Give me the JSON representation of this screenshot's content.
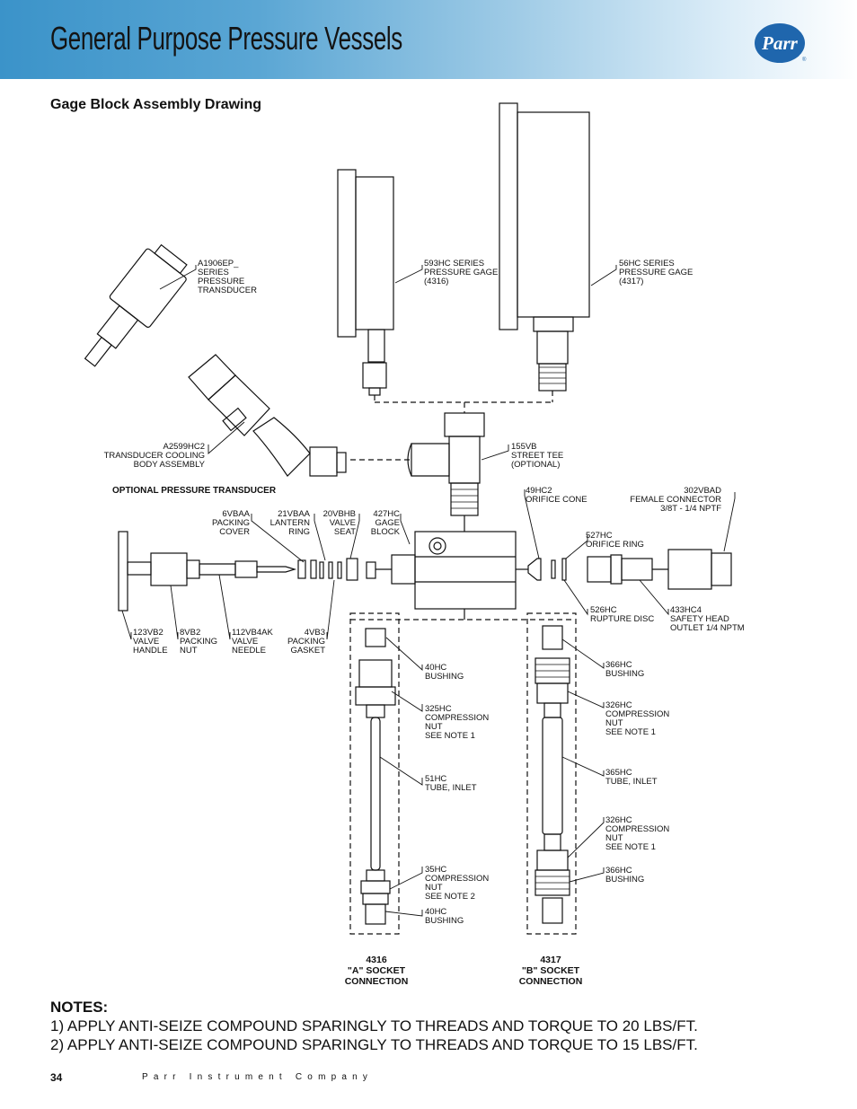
{
  "header": {
    "title": "General Purpose Pressure Vessels",
    "logo_text": "Parr",
    "logo_mark": "®"
  },
  "section": {
    "title": "Gage Block Assembly Drawing"
  },
  "labels": {
    "transducer": "A1906EP_\nSERIES\nPRESSURE\nTRANSDUCER",
    "gage_593": "593HC SERIES\nPRESSURE GAGE\n(4316)",
    "gage_56": "56HC SERIES\nPRESSURE GAGE\n(4317)",
    "cooling_body": "A2599HC2\nTRANSDUCER COOLING\nBODY ASSEMBLY",
    "street_tee": "155VB\nSTREET TEE\n(OPTIONAL)",
    "optional_transducer": "OPTIONAL PRESSURE TRANSDUCER",
    "orifice_cone": "49HC2\nORIFICE CONE",
    "female_connector": "302VBAD\nFEMALE CONNECTOR\n3/8T - 1/4 NPTF",
    "packing_cover": "6VBAA\nPACKING\nCOVER",
    "lantern_ring": "21VBAA\nLANTERN\nRING",
    "valve_seat": "20VBHB\nVALVE\nSEAT",
    "gage_block": "427HC\nGAGE\nBLOCK",
    "orifice_ring": "527HC\nORIFICE RING",
    "rupture_disc": "526HC\nRUPTURE DISC",
    "safety_head": "433HC4\nSAFETY HEAD\nOUTLET 1/4 NPTM",
    "valve_handle": "123VB2\nVALVE\nHANDLE",
    "packing_nut": "8VB2\nPACKING\nNUT",
    "valve_needle": "112VB4AK\nVALVE\nNEEDLE",
    "packing_gasket": "4VB3\nPACKING\nGASKET",
    "bushing_40_top": "40HC\nBUSHING",
    "comp_nut_325": "325HC\nCOMPRESSION\nNUT\nSEE NOTE 1",
    "tube_51": "51HC\nTUBE, INLET",
    "comp_nut_35": "35HC\nCOMPRESSION\nNUT\nSEE NOTE 2",
    "bushing_40_bot": "40HC\nBUSHING",
    "bushing_366_top": "366HC\nBUSHING",
    "comp_nut_326_top": "326HC\nCOMPRESSION\nNUT\nSEE NOTE 1",
    "tube_365": "365HC\nTUBE, INLET",
    "comp_nut_326_bot": "326HC\nCOMPRESSION\nNUT\nSEE NOTE 1",
    "bushing_366_bot": "366HC\nBUSHING",
    "socket_a": "4316\n\"A\" SOCKET\nCONNECTION",
    "socket_b": "4317\n\"B\" SOCKET\nCONNECTION"
  },
  "notes": {
    "heading": "NOTES:",
    "items": [
      "1) APPLY ANTI-SEIZE COMPOUND SPARINGLY TO THREADS AND TORQUE TO 20 LBS/FT.",
      "2) APPLY ANTI-SEIZE COMPOUND SPARINGLY TO THREADS AND TORQUE TO 15 LBS/FT."
    ]
  },
  "footer": {
    "page_number": "34",
    "company": "Parr Instrument Company"
  },
  "colors": {
    "banner_start": "#3b93c9",
    "banner_end": "#ffffff",
    "logo_blue": "#1f66ad",
    "line": "#111111"
  }
}
